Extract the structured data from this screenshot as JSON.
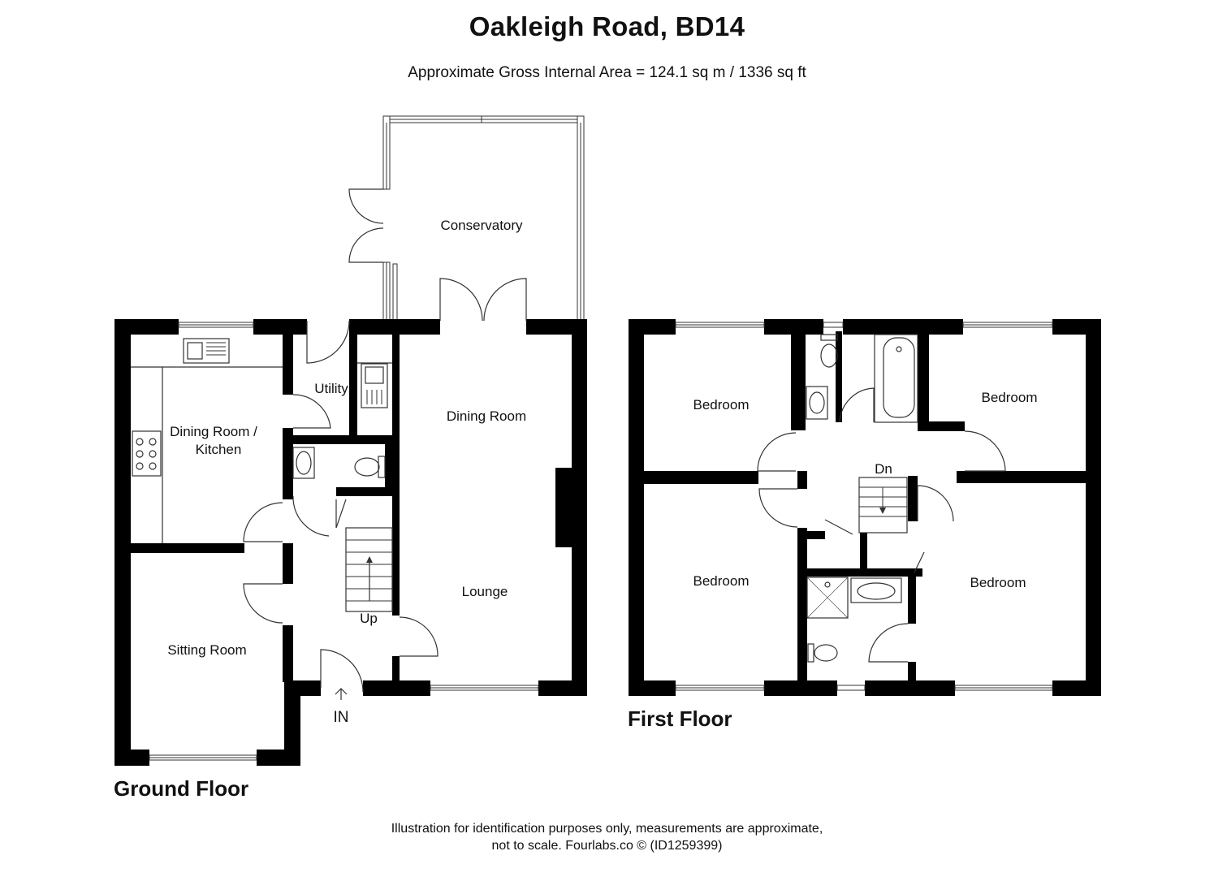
{
  "title": "Oakleigh Road, BD14",
  "subtitle": "Approximate Gross Internal Area = 124.1 sq m / 1336 sq ft",
  "floors": {
    "ground": {
      "label": "Ground Floor",
      "rooms": {
        "conservatory": "Conservatory",
        "utility": "Utility",
        "dining_room": "Dining Room",
        "dining_kitchen_line1": "Dining Room /",
        "dining_kitchen_line2": "Kitchen",
        "lounge": "Lounge",
        "sitting_room": "Sitting Room"
      },
      "stairs_label": "Up",
      "entrance_label": "IN"
    },
    "first": {
      "label": "First Floor",
      "rooms": {
        "bedroom_top_left": "Bedroom",
        "bedroom_top_right": "Bedroom",
        "bedroom_bottom_left": "Bedroom",
        "bedroom_bottom_right": "Bedroom"
      },
      "stairs_label": "Dn"
    }
  },
  "footer": {
    "line1": "Illustration for identification purposes only, measurements are approximate,",
    "line2": "not to scale. Fourlabs.co © (ID1259399)"
  }
}
